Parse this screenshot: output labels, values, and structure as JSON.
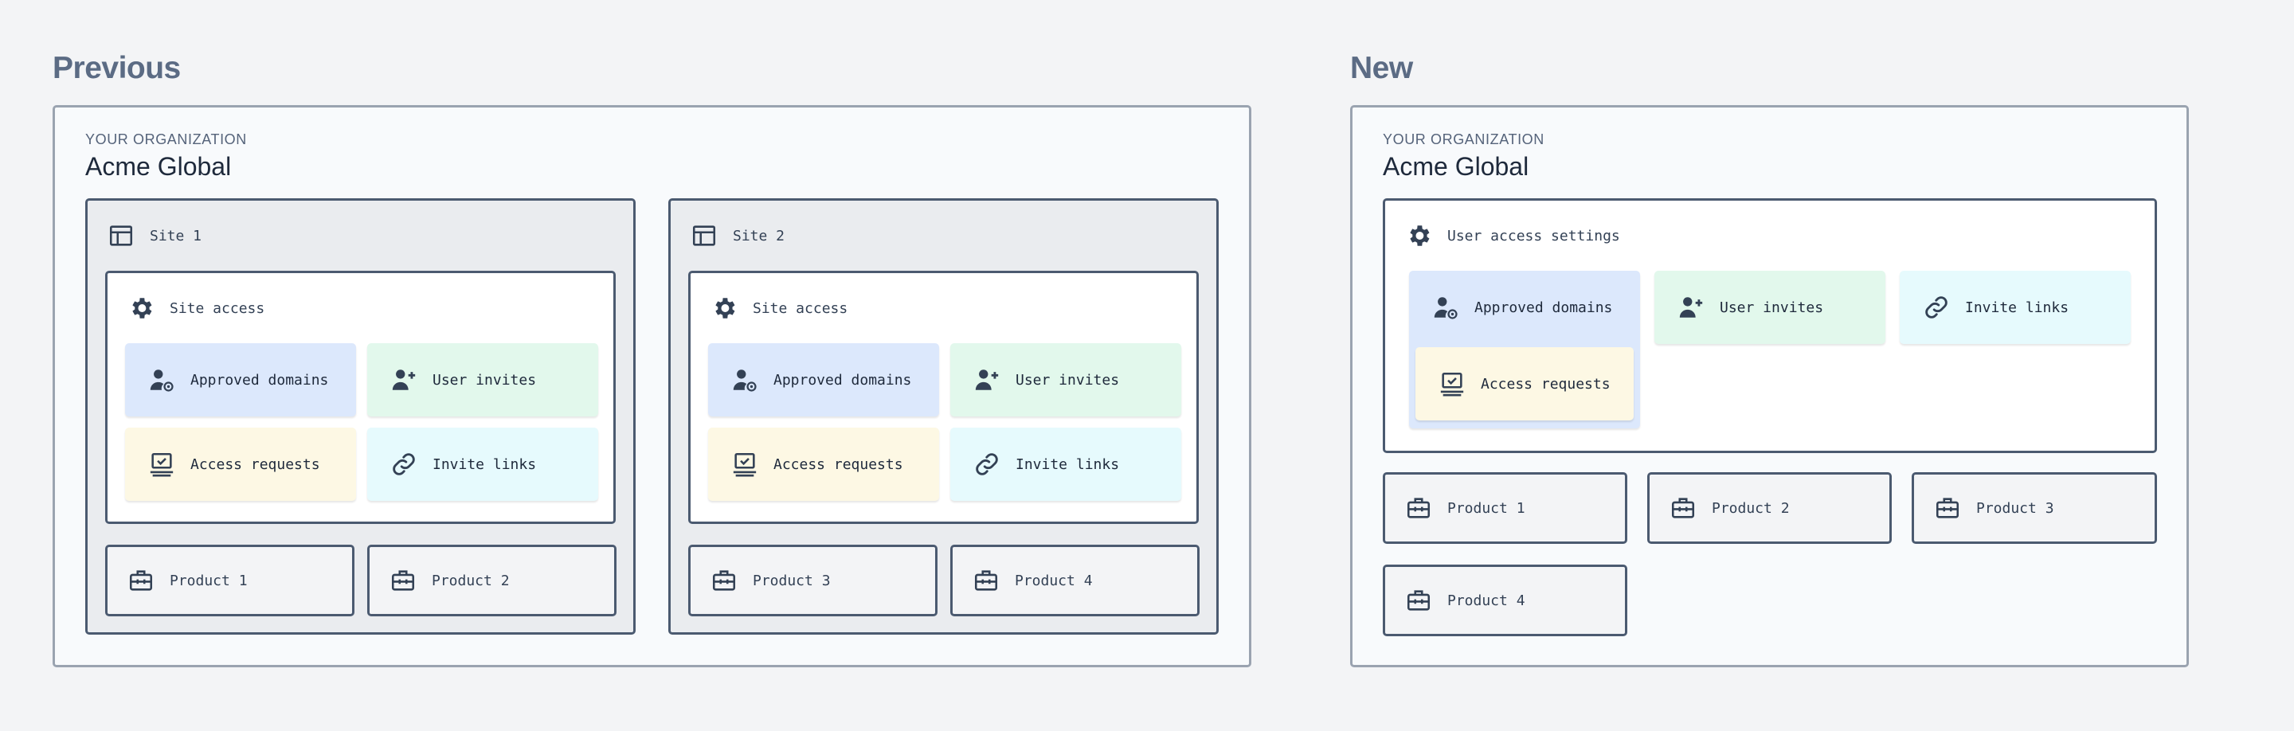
{
  "previous": {
    "heading": "Previous",
    "org_kicker": "YOUR ORGANIZATION",
    "org_name": "Acme Global",
    "sites": [
      {
        "label": "Site 1",
        "access_label": "Site access",
        "tiles": [
          "Approved domains",
          "User invites",
          "Access requests",
          "Invite links"
        ],
        "products": [
          "Product 1",
          "Product 2"
        ]
      },
      {
        "label": "Site 2",
        "access_label": "Site access",
        "tiles": [
          "Approved domains",
          "User invites",
          "Access requests",
          "Invite links"
        ],
        "products": [
          "Product 3",
          "Product 4"
        ]
      }
    ]
  },
  "new": {
    "heading": "New",
    "org_kicker": "YOUR ORGANIZATION",
    "org_name": "Acme Global",
    "settings_label": "User access settings",
    "tiles": [
      "Approved domains",
      "User invites",
      "Invite links",
      "Access requests"
    ],
    "products": [
      "Product 1",
      "Product 2",
      "Product 3",
      "Product 4"
    ]
  },
  "icons": {
    "site": "layout-icon",
    "settings": "gear-icon",
    "approved_domains": "user-at-icon",
    "user_invites": "user-plus-icon",
    "access_requests": "laptop-check-icon",
    "invite_links": "link-icon",
    "product": "briefcase-icon"
  },
  "colors": {
    "approved_domains": "#dce8fc",
    "user_invites": "#e2f8ec",
    "access_requests": "#fdf8e4",
    "invite_links": "#e6fafd",
    "border": "#4b5a70",
    "heading": "#5b6b84"
  }
}
